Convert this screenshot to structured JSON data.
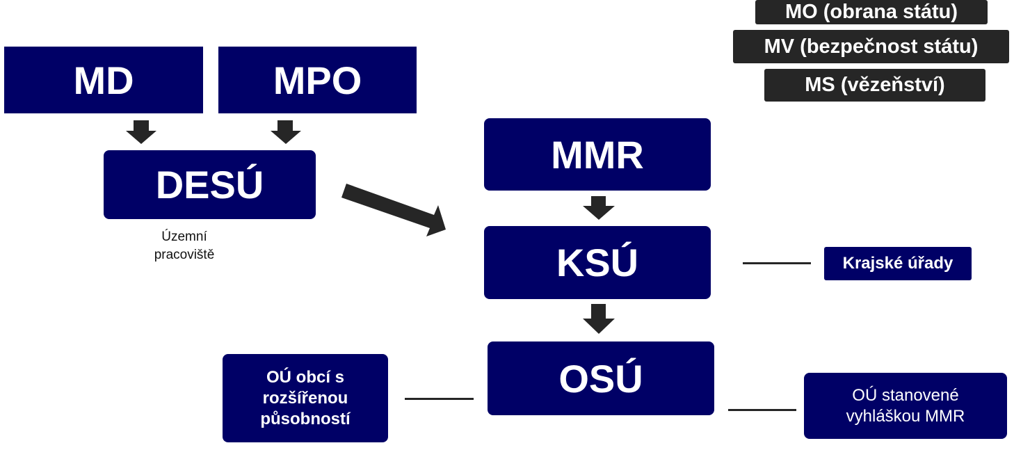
{
  "top_right": [
    "MO (obrana státu)",
    "MV (bezpečnost státu)",
    "MS (vězeňství)"
  ],
  "nodes": {
    "md": "MD",
    "mpo": "MPO",
    "desu": "DESÚ",
    "mmr": "MMR",
    "ksu": "KSÚ",
    "osu": "OSÚ"
  },
  "desu_note": "Územní pracoviště",
  "side_labels": {
    "krajske": "Krajské úřady",
    "ou_rozsirenou": "OÚ obcí s rozšířenou působností",
    "ou_vyhlaskou": "OÚ stanovené vyhláškou MMR"
  },
  "colors": {
    "node_fill": "#000066",
    "dark_box": "#262626",
    "arrow": "#262626"
  }
}
